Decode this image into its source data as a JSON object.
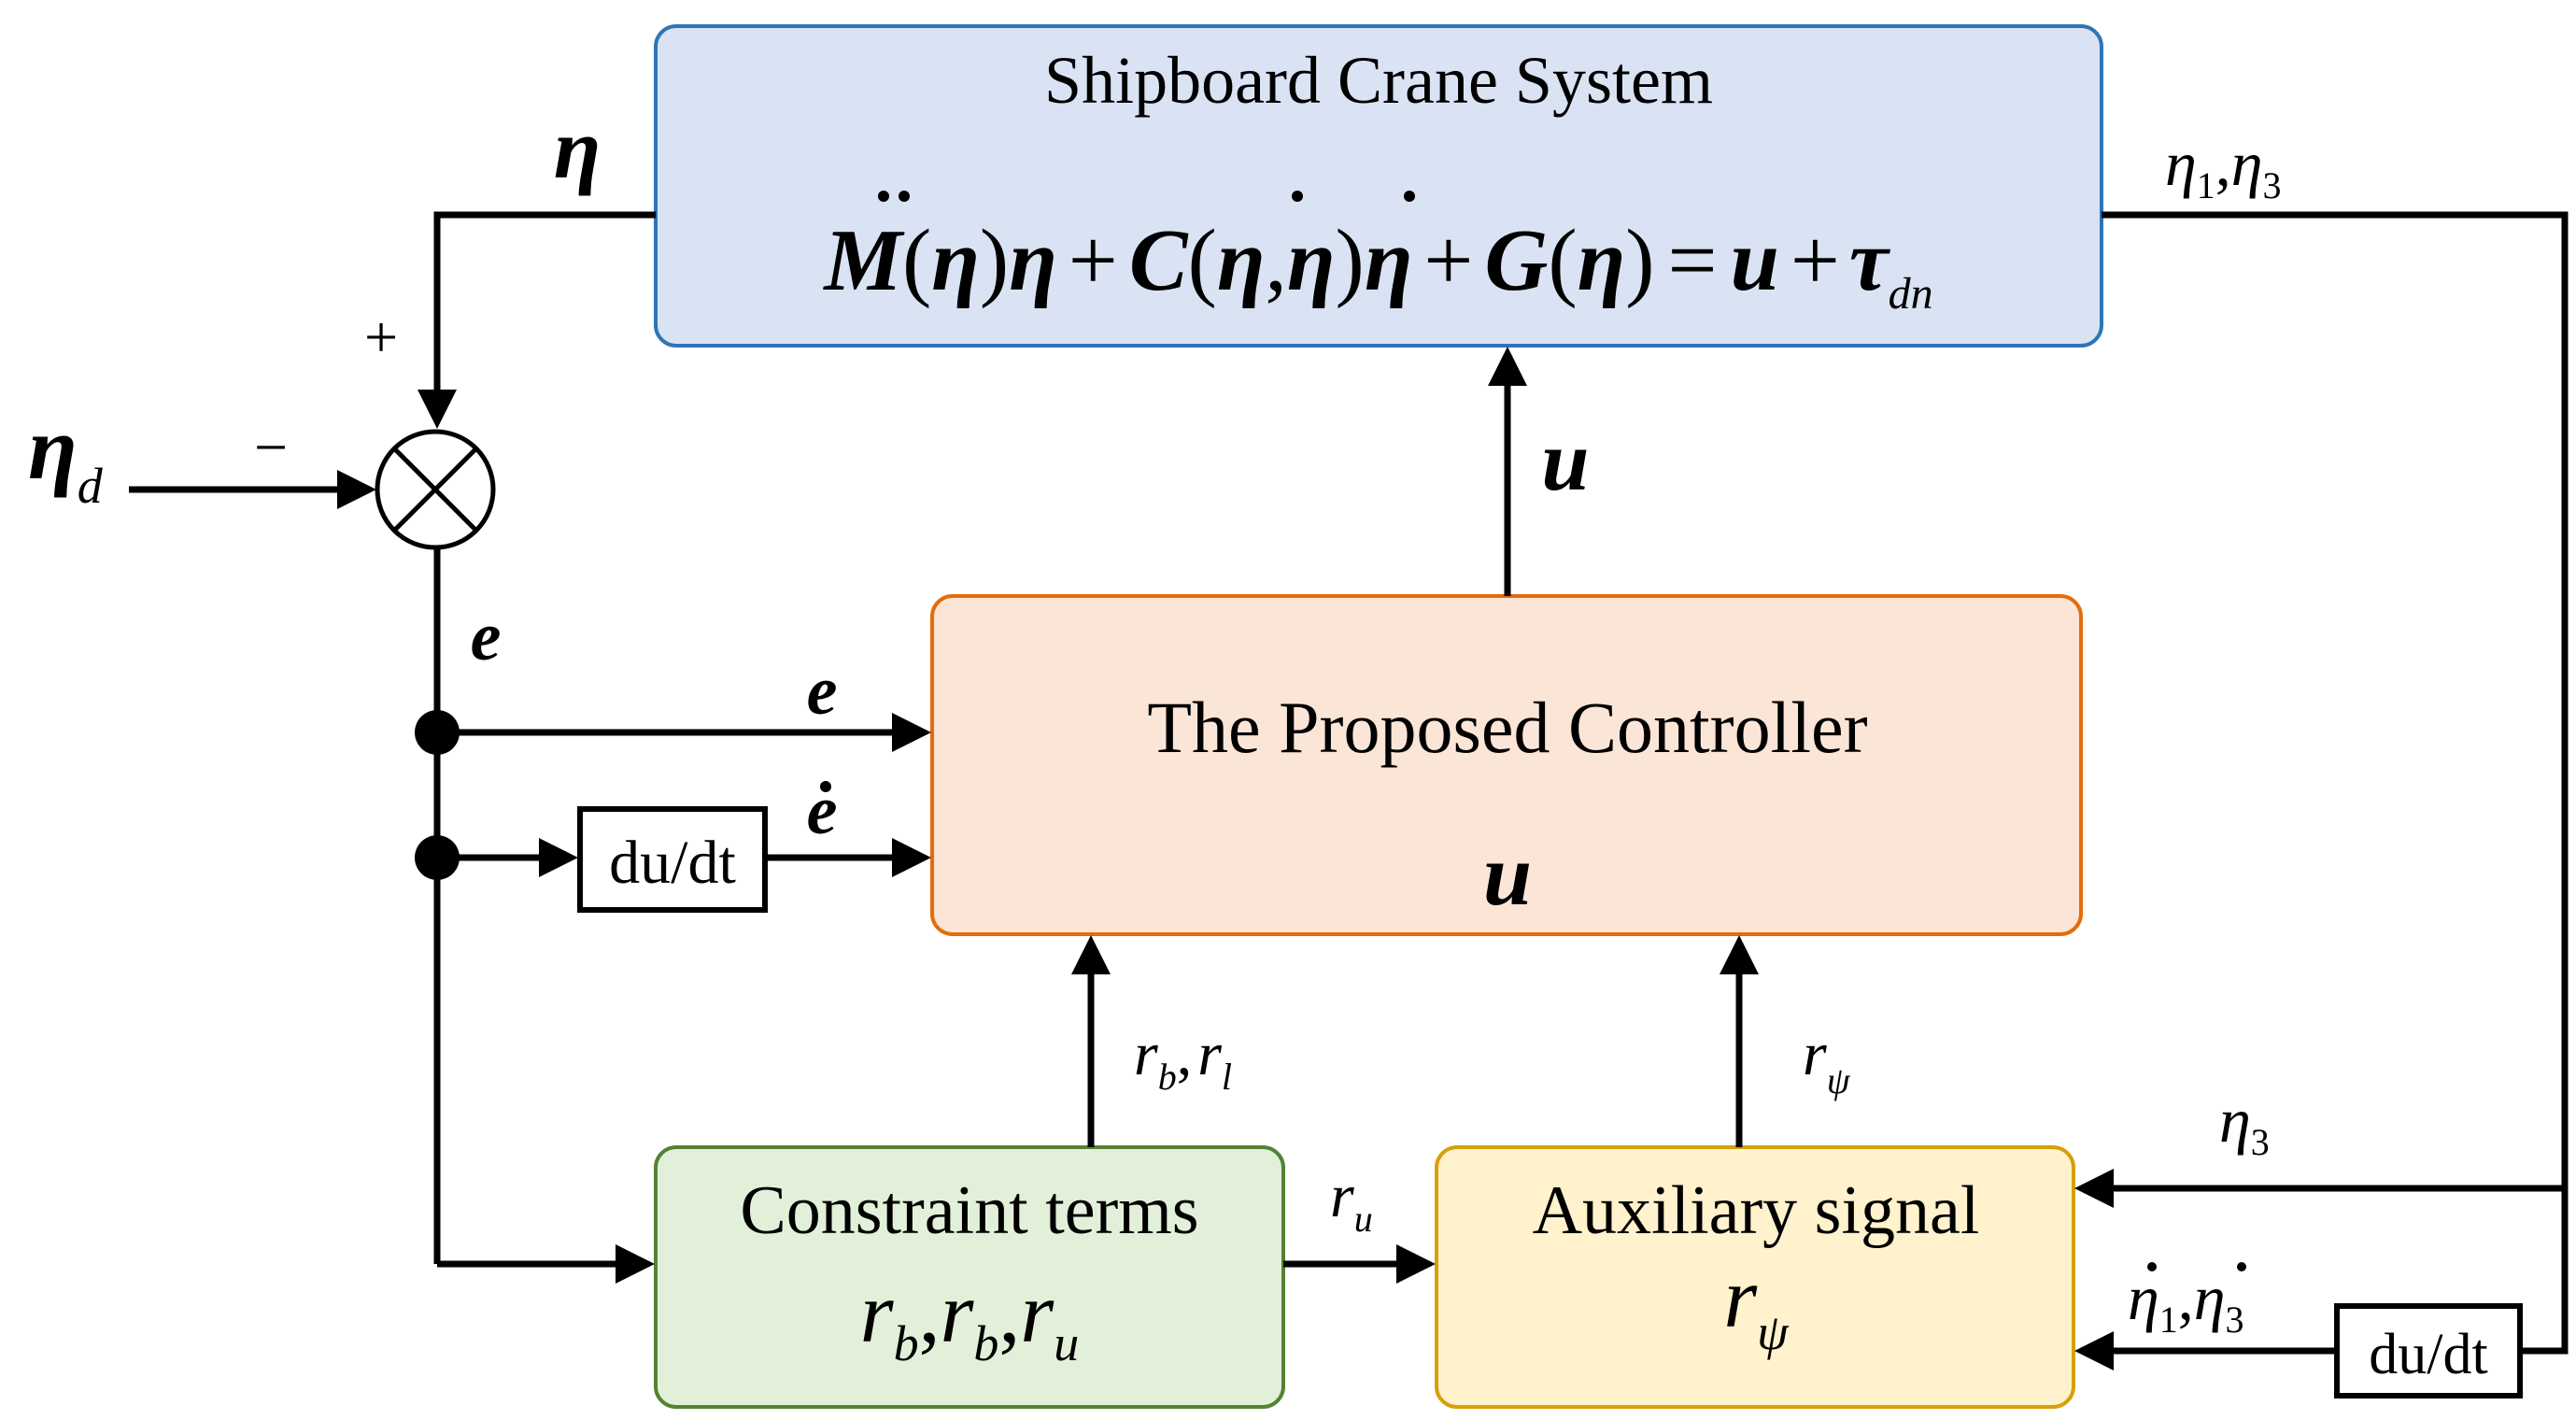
{
  "blocks": {
    "plant": {
      "title": "Shipboard Crane System",
      "equation": {
        "M": "M",
        "open1": "(",
        "eta1": "η",
        "close1": ")",
        "etaddot": "η",
        "plus1": "+",
        "C": "C",
        "open2": "(",
        "eta2": "η",
        "comma": ",",
        "etadot1": "η",
        "close2": ")",
        "etadot2": "η",
        "plus2": "+",
        "G": "G",
        "open3": "(",
        "eta3": "η",
        "close3": ")",
        "eq": "=",
        "u": "u",
        "plus3": "+",
        "tau": "τ",
        "tau_sub": "dn"
      },
      "fill": "#dae3f3",
      "stroke": "#2e75b6"
    },
    "controller": {
      "title": "The Proposed Controller",
      "output": "u",
      "fill": "#fbe5d6",
      "stroke": "#e46c0a"
    },
    "constraint": {
      "title": "Constraint terms",
      "terms": {
        "r1": "r",
        "s1": "b",
        "c1": ",",
        "r2": "r",
        "s2": "b",
        "c2": ",",
        "r3": "r",
        "s3": "u"
      },
      "fill": "#e2f0d9",
      "stroke": "#548235"
    },
    "auxiliary": {
      "title": "Auxiliary signal",
      "sym": "r",
      "sub": "ψ",
      "fill": "#fff2cc",
      "stroke": "#d6a00a"
    },
    "diff_left": {
      "label": "du/dt"
    },
    "diff_right": {
      "label": "du/dt"
    }
  },
  "labels": {
    "eta_feedback": "η",
    "plus": "+",
    "minus": "−",
    "eta_d": {
      "sym": "η",
      "sub": "d"
    },
    "e_main": "e",
    "e_ctrl": "e",
    "edot_ctrl": "e",
    "u_out": "u",
    "rb_rl": {
      "r1": "r",
      "s1": "b",
      "c": ",",
      "r2": "r",
      "s2": "l"
    },
    "r_psi": {
      "sym": "r",
      "sub": "ψ"
    },
    "r_u": {
      "sym": "r",
      "sub": "u"
    },
    "eta13": {
      "e1": "η",
      "s1": "1",
      "c": ",",
      "e3": "η",
      "s3": "3"
    },
    "eta3": {
      "sym": "η",
      "sub": "3"
    },
    "eta13dot": {
      "e1": "η",
      "s1": "1",
      "c": ",",
      "e3": "η",
      "s3": "3"
    }
  }
}
